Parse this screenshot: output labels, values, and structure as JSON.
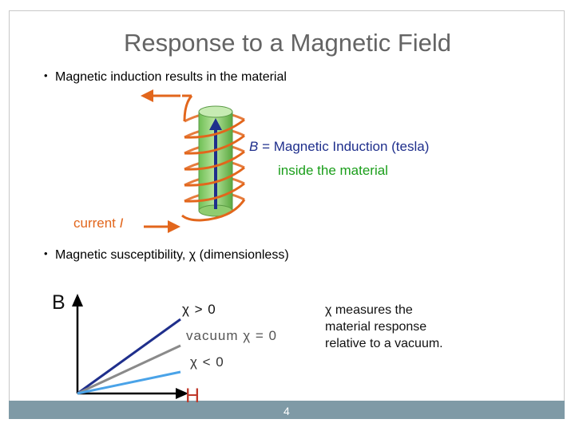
{
  "title": "Response to a Magnetic Field",
  "bullets": {
    "induction": "Magnetic induction results in the material",
    "susceptibility": "Magnetic susceptibility, χ (dimensionless)"
  },
  "coil_labels": {
    "b_symbol": "B",
    "b_text": " = Magnetic Induction (tesla)",
    "inside": "inside the material",
    "current_text": "current ",
    "current_symbol": "I"
  },
  "graph_labels": {
    "y_axis": "B",
    "x_axis": "H",
    "chi_pos": "χ > 0",
    "vacuum": "vacuum  χ = 0",
    "chi_neg": "χ < 0"
  },
  "note": [
    "χ measures the",
    "material response",
    "relative to a vacuum."
  ],
  "page_number": "4",
  "colors": {
    "title": "#646464",
    "coil": "#e2661c",
    "cylinder": "#8ccf6e",
    "induction_arrow": "#1f2f8c",
    "line_chi_pos": "#1f2f8c",
    "line_vacuum": "#8a8a8a",
    "line_chi_neg": "#4aa3e8",
    "footer": "#7f9aa6"
  }
}
